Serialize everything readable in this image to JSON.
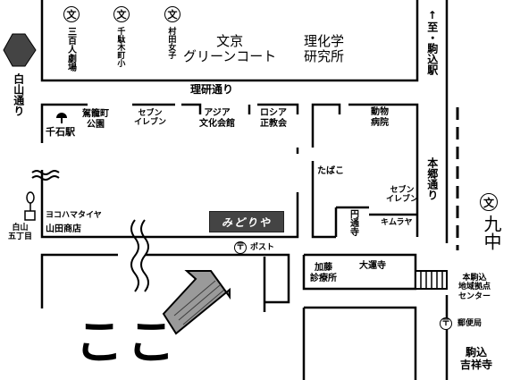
{
  "map": {
    "schools": {
      "school_1": "文",
      "school_2": "文",
      "school_3": "文"
    },
    "labels": {
      "sanbyakunin_gekijo": "三百人劇場",
      "sendagicho_sho": "千駄木町小",
      "muramata_joshi": "村田女子",
      "bunkyo_green_court": "文京\nグリーンコート",
      "riken": "理化学\n研究所",
      "shitara_komagome_eki": "↑至・駒込駅",
      "hakusan_dori": "白山通り",
      "riken_dori": "理研通り",
      "sendagicho_koen": "駕籠町\n公園",
      "seven_eleven_1": "セブン\nイレブン",
      "asia_bunka_kaikan": "アジア\n文化会館",
      "russia_seikyokai": "ロシア\n正教会",
      "dobutsu_byoin": "動物\n病院",
      "sengoku_eki": "千石駅",
      "tabako": "たばこ",
      "seven_eleven_2": "セブン\nイレブン",
      "hongo_dori": "本郷通り",
      "kyuchu": "九中",
      "yokohama_taiya": "ヨコハマタイヤ",
      "yamada_shoten": "山田商店",
      "hakusan_gochome": "白山\n五丁目",
      "entsuji": "円通寺",
      "kimuraya": "キムラヤ",
      "post": "ポスト",
      "kato_shinryojo": "加藤\n診療所",
      "daiunji": "大運寺",
      "honkomagome_center": "本駒込\n地域拠点\nセンター",
      "yubinkyoku": "郵便局",
      "komagome_kichijoji": "駒込\n吉祥寺",
      "koko": "ここ",
      "signboard": "みどりや"
    },
    "symbols": {
      "post_mark": "〒",
      "post_mark_2": "〒"
    },
    "colors": {
      "line": "#000000",
      "background": "#ffffff",
      "arrow_fill": "#9a9a9a",
      "signboard": "#444444"
    }
  }
}
